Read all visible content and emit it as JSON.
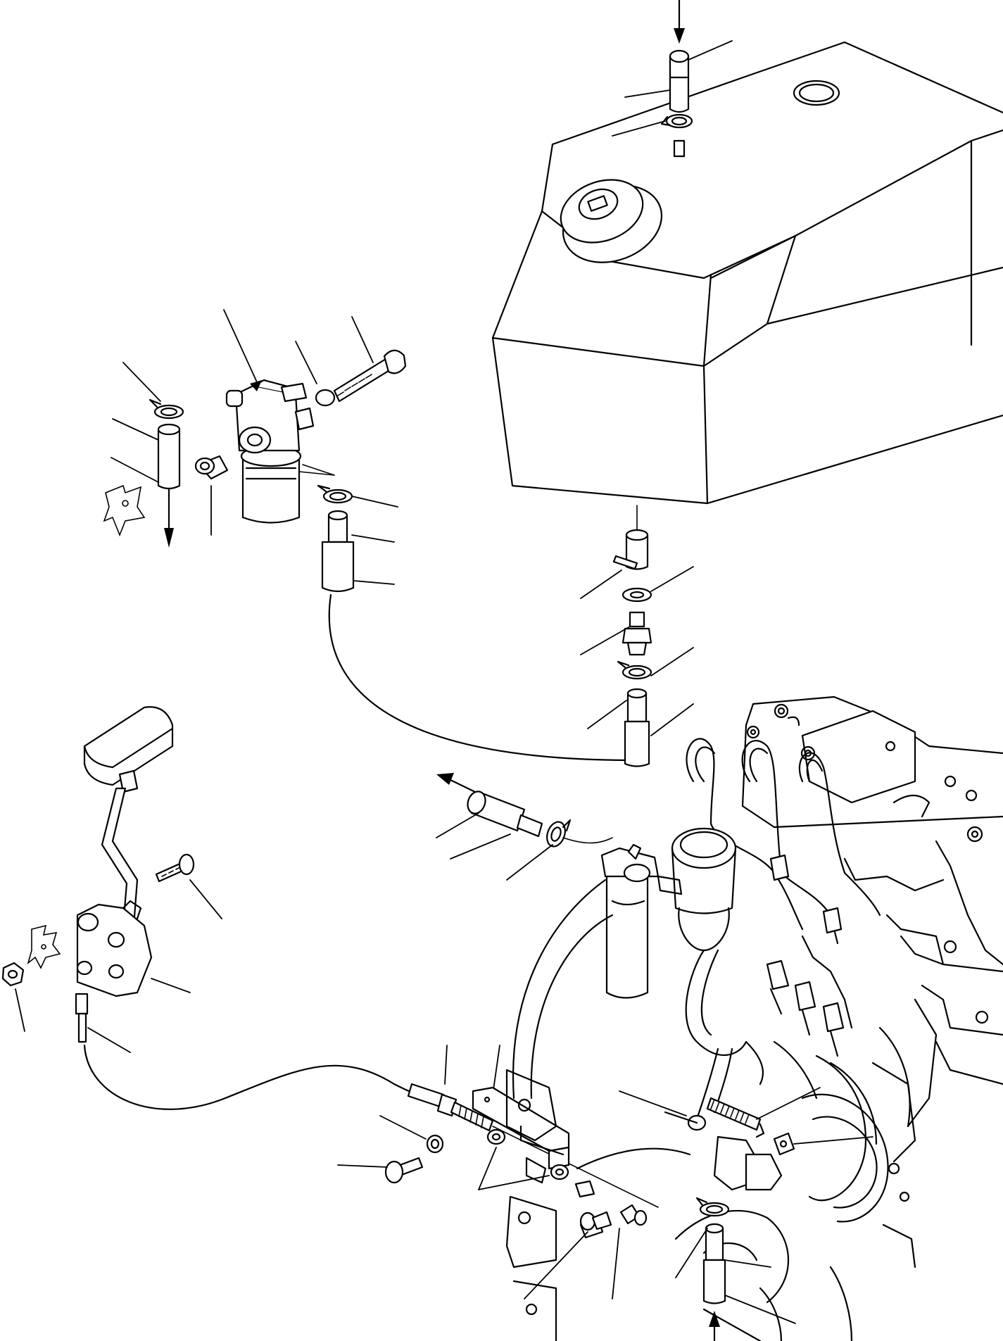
{
  "figure": {
    "kind": "exploded-parts-diagram",
    "labels": []
  },
  "colors": {
    "line": "#000000",
    "background": "#ffffff"
  },
  "components": [
    {
      "name": "fuel-tank"
    },
    {
      "name": "fuel-tank-cap"
    },
    {
      "name": "fuel-filter"
    },
    {
      "name": "fuel-hose"
    },
    {
      "name": "hose-clamp"
    },
    {
      "name": "throttle-pedal"
    },
    {
      "name": "throttle-cable"
    },
    {
      "name": "cable-bracket"
    },
    {
      "name": "return-spring"
    },
    {
      "name": "engine"
    }
  ]
}
